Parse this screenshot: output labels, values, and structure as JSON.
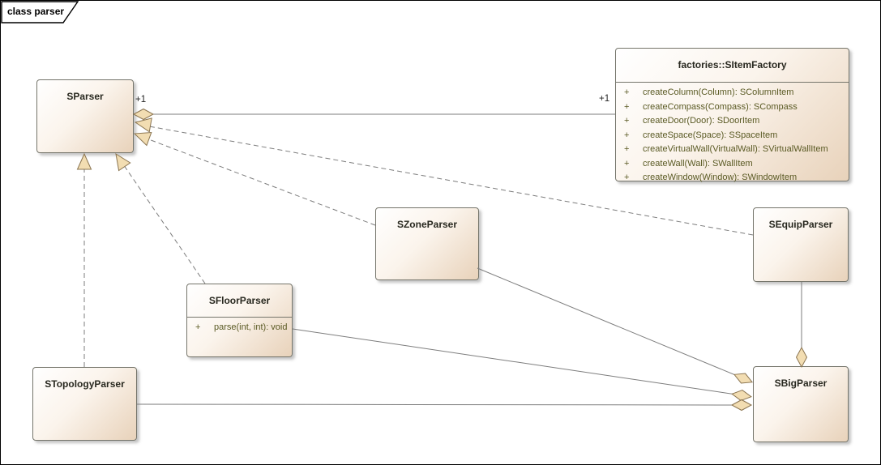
{
  "diagram": {
    "tab_label": "class parser"
  },
  "colors": {
    "box_border": "#75756b",
    "title_text": "#28281f",
    "method_text": "#5a5a24",
    "connector": "#7d7d7d",
    "diamond_fill": "#f2ddb2",
    "diamond_border": "#8a7450"
  },
  "classes": {
    "sparser": {
      "name": "SParser"
    },
    "sitemfactory": {
      "name": "factories::SItemFactory",
      "methods": [
        {
          "visibility": "+",
          "signature": "createColumn(Column): SColumnItem"
        },
        {
          "visibility": "+",
          "signature": "createCompass(Compass): SCompass"
        },
        {
          "visibility": "+",
          "signature": "createDoor(Door): SDoorItem"
        },
        {
          "visibility": "+",
          "signature": "createSpace(Space): SSpaceItem"
        },
        {
          "visibility": "+",
          "signature": "createVirtualWall(VirtualWall): SVirtualWallItem"
        },
        {
          "visibility": "+",
          "signature": "createWall(Wall): SWallItem"
        },
        {
          "visibility": "+",
          "signature": "createWindow(Window): SWindowItem"
        }
      ]
    },
    "szoneparser": {
      "name": "SZoneParser"
    },
    "sequipparser": {
      "name": "SEquipParser"
    },
    "sfloorparser": {
      "name": "SFloorParser",
      "methods": [
        {
          "visibility": "+",
          "signature": "parse(int, int): void"
        }
      ]
    },
    "stopologyparser": {
      "name": "STopologyParser"
    },
    "sbigparser": {
      "name": "SBigParser"
    }
  },
  "connectors": {
    "aggregation_factory": {
      "source_label": "+1",
      "target_label": "+1"
    }
  }
}
